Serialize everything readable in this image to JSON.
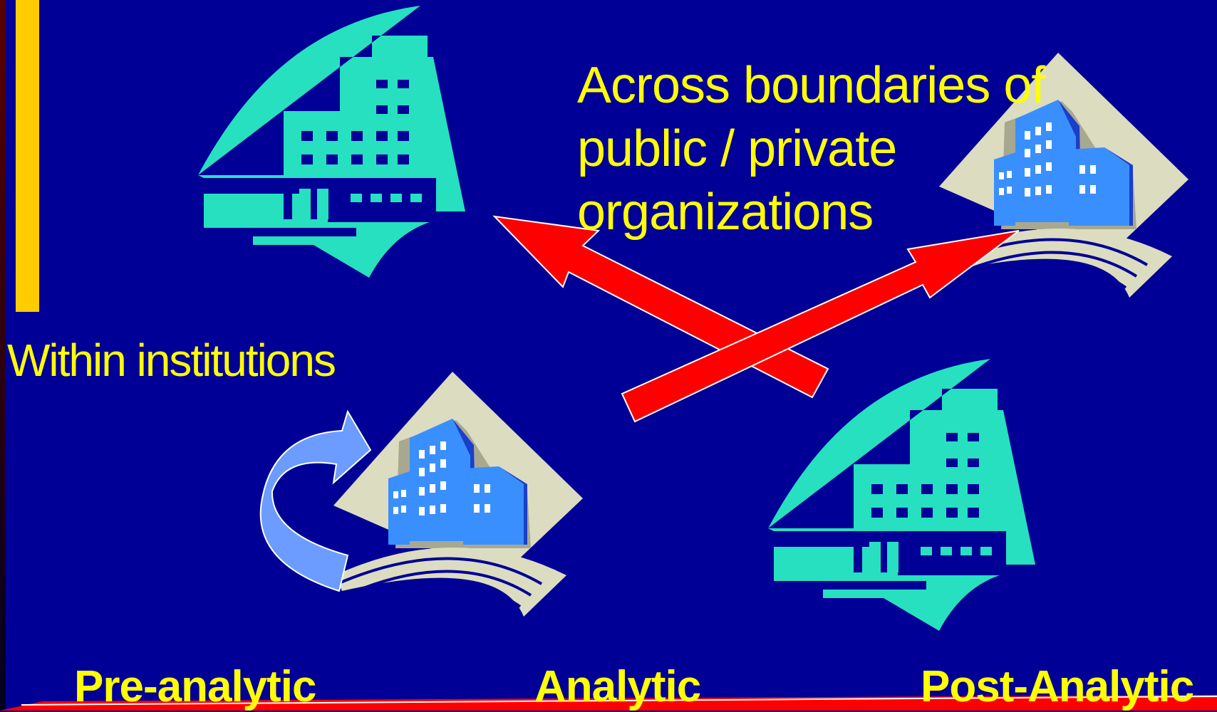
{
  "slide": {
    "heading_lines": [
      "Across boundaries of",
      "public / private",
      "organizations"
    ],
    "left_label": "Within institutions",
    "stages": [
      "Pre-analytic",
      "Analytic",
      "Post-Analytic"
    ]
  },
  "colors": {
    "background": "#000096",
    "text": "#FFFF00",
    "accent_bar": "#FFCC00",
    "arrow": "#FF0000",
    "building_teal": "#26E0BF",
    "building_blue": "#3A8FFF",
    "diamond": "#DCDCC0"
  },
  "icons": [
    "teal-building-icon",
    "blue-building-diamond-icon",
    "circular-arrow-icon",
    "double-arrow-icon",
    "baseline-arrow-icon"
  ]
}
